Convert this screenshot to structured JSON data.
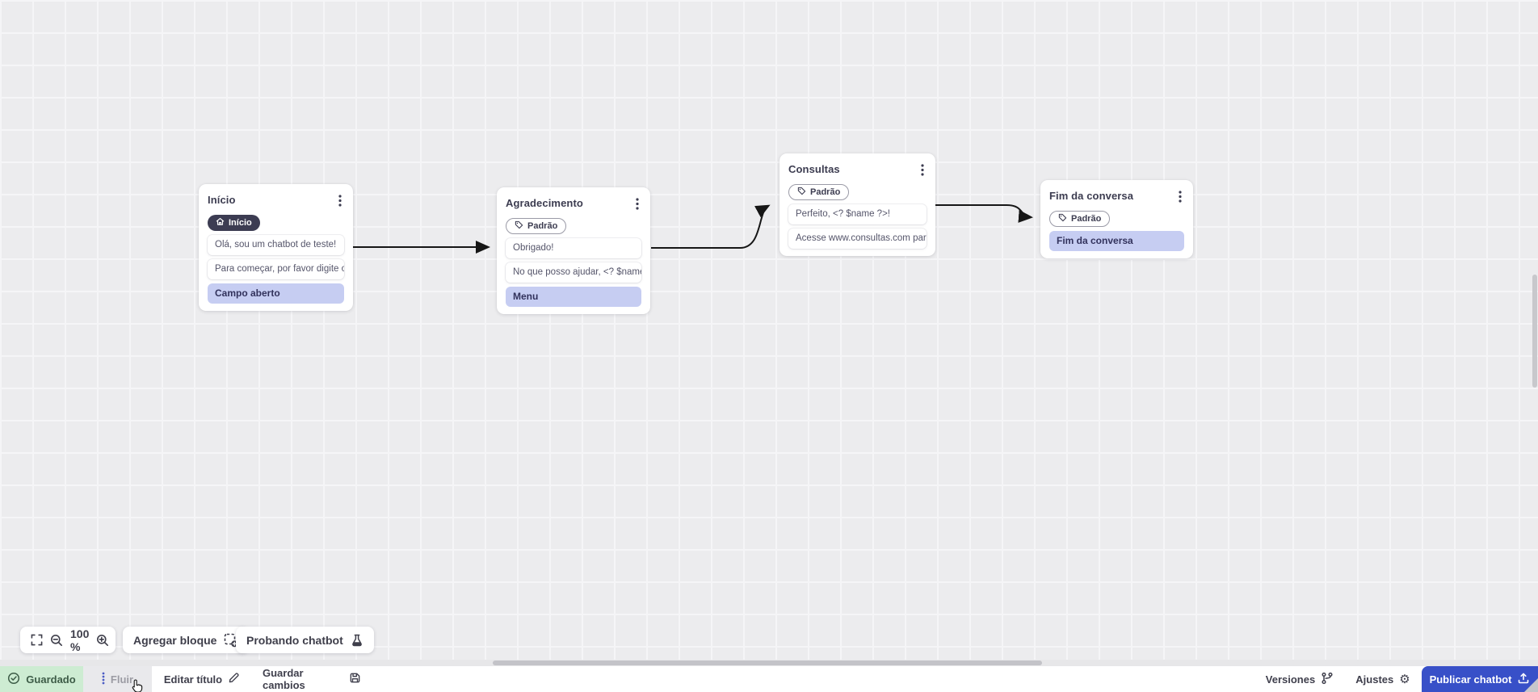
{
  "nodes": [
    {
      "title": "Início",
      "badge": "Início",
      "items": [
        "Olá, sou um chatbot de teste!",
        "Para começar, por favor digite o ...",
        "Campo aberto"
      ]
    },
    {
      "title": "Agradecimento",
      "badge": "Padrão",
      "items": [
        "Obrigado!",
        "No que posso ajudar, <? $name ...",
        "Menu"
      ]
    },
    {
      "title": "Consultas",
      "badge": "Padrão",
      "items": [
        "Perfeito, <? $name ?>!",
        "Acesse www.consultas.com par..."
      ]
    },
    {
      "title": "Fim da conversa",
      "badge": "Padrão",
      "items": [
        "Fim da conversa"
      ]
    }
  ],
  "toolbar": {
    "zoom_level": "100 %",
    "add_block_label": "Agregar bloque",
    "test_chatbot_label": "Probando chatbot"
  },
  "bottom_bar": {
    "saved_status": "Guardado",
    "flow_tab_label": "Fluir",
    "edit_title_label": "Editar título",
    "save_changes_label": "Guardar cambios",
    "versions_label": "Versiones",
    "settings_label": "Ajustes",
    "publish_label": "Publicar chatbot",
    "settings_gear_glyph": "⚙"
  },
  "colors": {
    "publish_blue": "#3850c8",
    "action_item_lavender": "#c6cdf2",
    "saved_green_bg": "#cdecd2",
    "node_dark_badge": "#3c3c52",
    "edge_black": "#161616",
    "canvas_grey": "#ececee"
  }
}
